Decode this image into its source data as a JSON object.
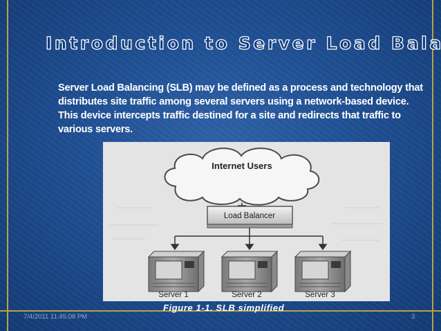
{
  "slide": {
    "title": "Introduction to Server Load Balancing",
    "body": "Server Load Balancing (SLB) may  be defined as a process and technology that distributes site traffic  among  several  servers using a network-based device. This device intercepts traffic  destined for a site and redirects that traffic to various servers.",
    "figure": {
      "cloud_label": "Internet Users",
      "balancer_label": "Load Balancer",
      "servers": [
        "Server 1",
        "Server 2",
        "Server 3"
      ]
    },
    "caption": "Figure 1-1. SLB simplified",
    "footer": {
      "date": "7/4/2011 11:45:08 PM",
      "page_number": "3"
    }
  },
  "colors": {
    "background": "#1f4f92",
    "frame_accent": "#b8a24a",
    "title_fill": "#0f3a7a",
    "text": "#ffffff"
  }
}
